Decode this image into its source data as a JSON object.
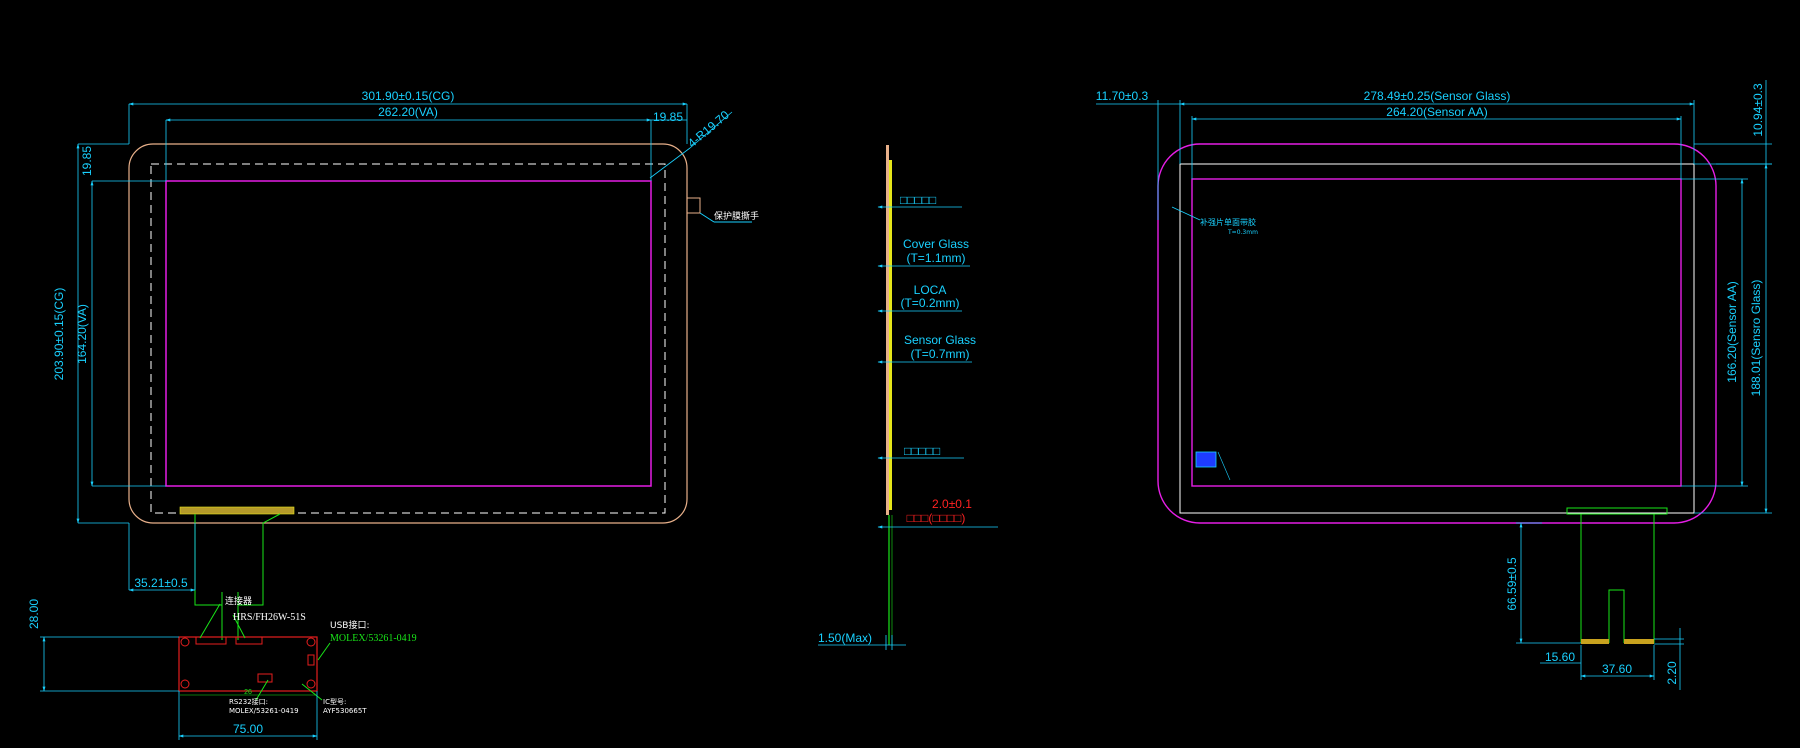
{
  "colors": {
    "background": "#000000",
    "dimension": "#19d1ff",
    "outline": "#e8b08a",
    "active_area": "#e61ee6",
    "fpc": "#19e619",
    "layer": "#e6e619",
    "pcb": "#e61e1e",
    "sensor": "#ffffff"
  },
  "front_view": {
    "width_cg": "301.90±0.15(CG)",
    "width_va": "262.20(VA)",
    "margin_right": "19.85",
    "corner_radius": "4-R19.70",
    "margin_top": "19.85",
    "height_cg": "203.90±0.15(CG)",
    "height_va": "164.20(VA)",
    "tab_note": "保护膜撕手",
    "fpc_offset": "35.21±0.5",
    "connector_title": "连接器",
    "connector_part": "HRS/FH26W-51S",
    "usb_title": "USB接口:",
    "usb_part": "MOLEX/53261-0419",
    "rs232_title": "RS232接口:",
    "rs232_part": "MOLEX/53261-0419",
    "ic_title": "IC型号:",
    "ic_part": "AYF530665T",
    "pcb_height": "28.00",
    "pcb_width": "75.00",
    "pcb_inner": "26"
  },
  "side_view": {
    "top_label": "□□□□□",
    "cover_glass": "Cover Glass",
    "cover_glass_t": "(T=1.1mm)",
    "loca": "LOCA",
    "loca_t": "(T=0.2mm)",
    "sensor_glass": "Sensor Glass",
    "sensor_glass_t": "(T=0.7mm)",
    "bottom_label": "□□□□□",
    "tolerance": "2.0±0.1",
    "tolerance_note": "□□□(□□□□)",
    "max_thickness": "1.50(Max)"
  },
  "rear_view": {
    "offset_left": "11.70±0.3",
    "width_sg": "278.49±0.25(Sensor Glass)",
    "width_aa": "264.20(Sensor AA)",
    "offset_right": "10.94±0.3",
    "height_aa": "166.20(Sensor AA)",
    "height_sg": "188.01(Sensro Glass)",
    "tape_note": "补强片单面带胶",
    "tape_sub": "T=0.3mm",
    "fpc_length": "66.59±0.5",
    "fpc_offset": "15.60",
    "fpc_width": "37.60",
    "fpc_end": "2.20"
  }
}
